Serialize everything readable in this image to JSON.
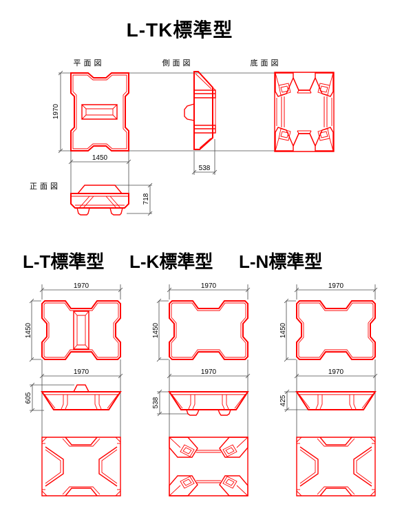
{
  "colors": {
    "outline_red": "#ff0000",
    "dimension_gray": "#4a4a4a",
    "text_black": "#000000",
    "background": "#ffffff"
  },
  "top_section": {
    "title": "L-TK標準型",
    "view_labels": {
      "plan": "平面図",
      "side": "側面図",
      "bottom": "底面図",
      "front": "正面図"
    },
    "dimensions": {
      "plan_height": "1970",
      "plan_width": "1450",
      "side_width": "538",
      "front_height": "718"
    }
  },
  "products": [
    {
      "title": "L-T標準型",
      "dimensions": {
        "plan_width": "1970",
        "plan_height": "1450",
        "front_width": "1970",
        "front_height": "605"
      }
    },
    {
      "title": "L-K標準型",
      "dimensions": {
        "plan_width": "1970",
        "plan_height": "1450",
        "front_width": "1970",
        "front_height": "538"
      }
    },
    {
      "title": "L-N標準型",
      "dimensions": {
        "plan_width": "1970",
        "plan_height": "1450",
        "front_width": "1970",
        "front_height": "425"
      }
    }
  ]
}
